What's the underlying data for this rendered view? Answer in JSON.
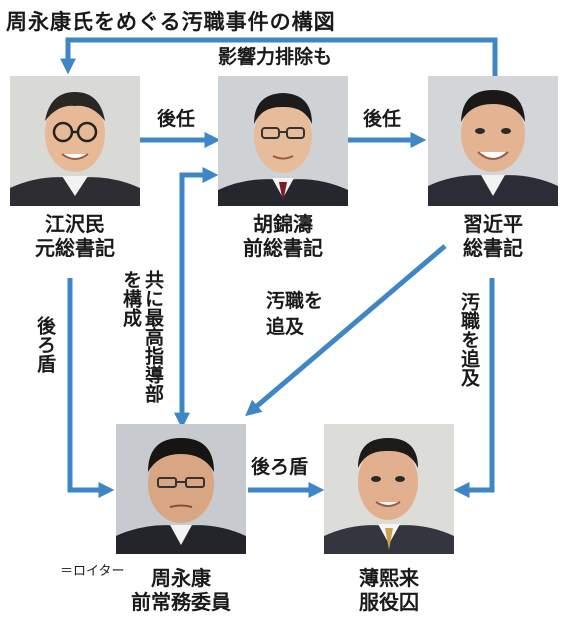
{
  "title": "周永康氏をめぐる汚職事件の構図",
  "nodes": {
    "jiang": {
      "name": "江沢民",
      "role": "元総書記"
    },
    "hu": {
      "name": "胡錦濤",
      "role": "前総書記"
    },
    "xi": {
      "name": "習近平",
      "role": "総書記"
    },
    "zhou": {
      "name": "周永康",
      "role": "前常務委員"
    },
    "bo": {
      "name": "薄熙来",
      "role": "服役囚"
    }
  },
  "edges": {
    "influence": "影響力排除も",
    "succ1": "後任",
    "succ2": "後任",
    "backing1": "後ろ盾",
    "backing2": "後ろ盾",
    "leadership": "共に最高指導部を構成",
    "pursue1": "汚職を追及",
    "pursue2": "汚職を追及"
  },
  "credit": "＝ロイター",
  "colors": {
    "arrow": "#3e86c6",
    "text": "#1a1a1a"
  }
}
